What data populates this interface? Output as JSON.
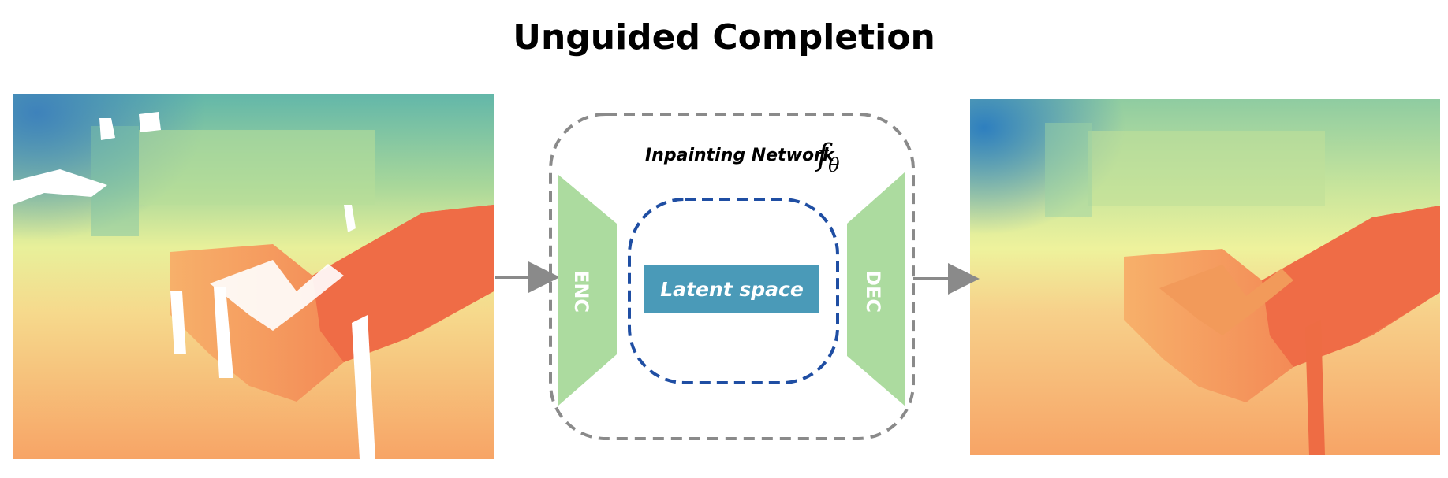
{
  "title": "Unguided Completion",
  "network": {
    "label": "Inpainting Network",
    "symbol": "f",
    "symbol_sub": "θ",
    "encoder_label": "ENC",
    "decoder_label": "DEC",
    "latent_label": "Latent space"
  },
  "colors": {
    "encoder_fill": "#acdb9f",
    "latent_fill": "#4a9ab8",
    "latent_border": "#1f4ea3",
    "outer_border": "#8a8a8a",
    "arrow": "#8a8a8a",
    "depth_near": "#f06a45",
    "depth_mid": "#f7c57a",
    "depth_far": "#2e7fbf"
  },
  "panels": {
    "input": {
      "content": "sparse depth map with white holes"
    },
    "output": {
      "content": "completed dense depth map"
    }
  }
}
